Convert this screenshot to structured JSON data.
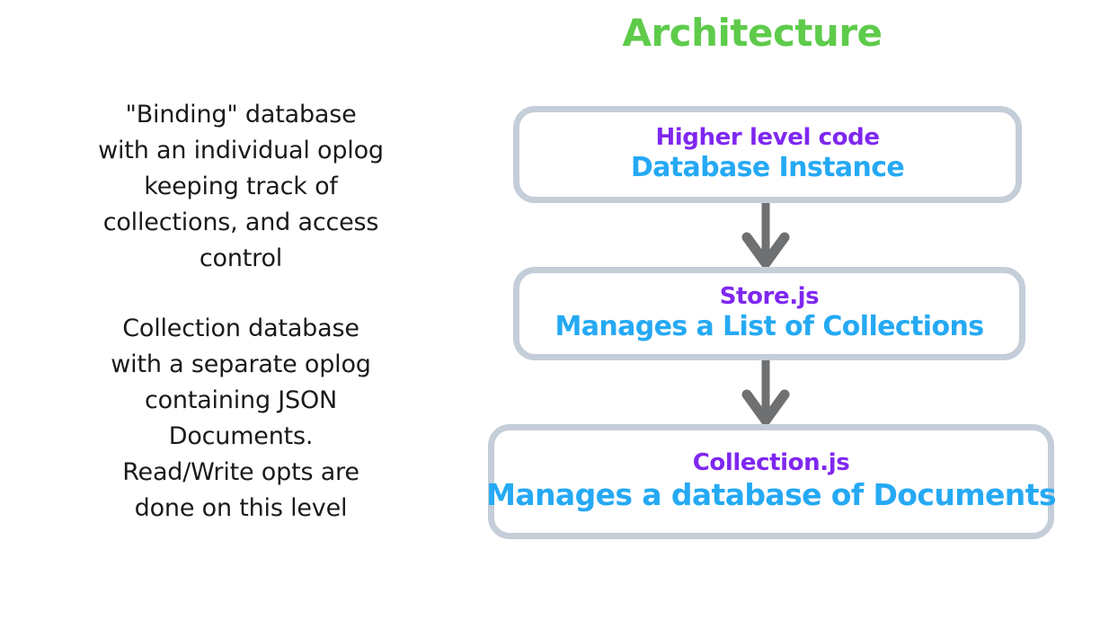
{
  "slide": {
    "title": "Architecture",
    "title_color": "#5ecb4b",
    "background_color": "#ffffff"
  },
  "notes": [
    {
      "id": "binding-database-note",
      "lines": [
        "\"Binding\" database",
        "with an individual oplog",
        "keeping track of",
        "collections, and access",
        "control"
      ]
    },
    {
      "id": "collection-database-note",
      "lines": [
        "Collection database",
        "with a separate oplog",
        "containing JSON",
        "Documents.",
        "Read/Write opts are",
        "done on this level"
      ]
    }
  ],
  "diagram": {
    "type": "vertical-flow",
    "box_border_color": "#c4ced9",
    "primary_text_color": "#7f27f0",
    "secondary_text_color": "#25a9f4",
    "arrow_color": "#6e7072",
    "boxes": [
      {
        "id": "database-instance",
        "primary": "Higher level code",
        "secondary": "Database Instance"
      },
      {
        "id": "store-js",
        "primary": "Store.js",
        "secondary": "Manages a List of Collections"
      },
      {
        "id": "collection-js",
        "primary": "Collection.js",
        "secondary": "Manages a database of Documents"
      }
    ],
    "arrows": [
      {
        "id": "arrow-database-instance-to-store",
        "from": "database-instance",
        "to": "store-js",
        "direction": "down"
      },
      {
        "id": "arrow-store-to-collection",
        "from": "store-js",
        "to": "collection-js",
        "direction": "down"
      }
    ]
  }
}
